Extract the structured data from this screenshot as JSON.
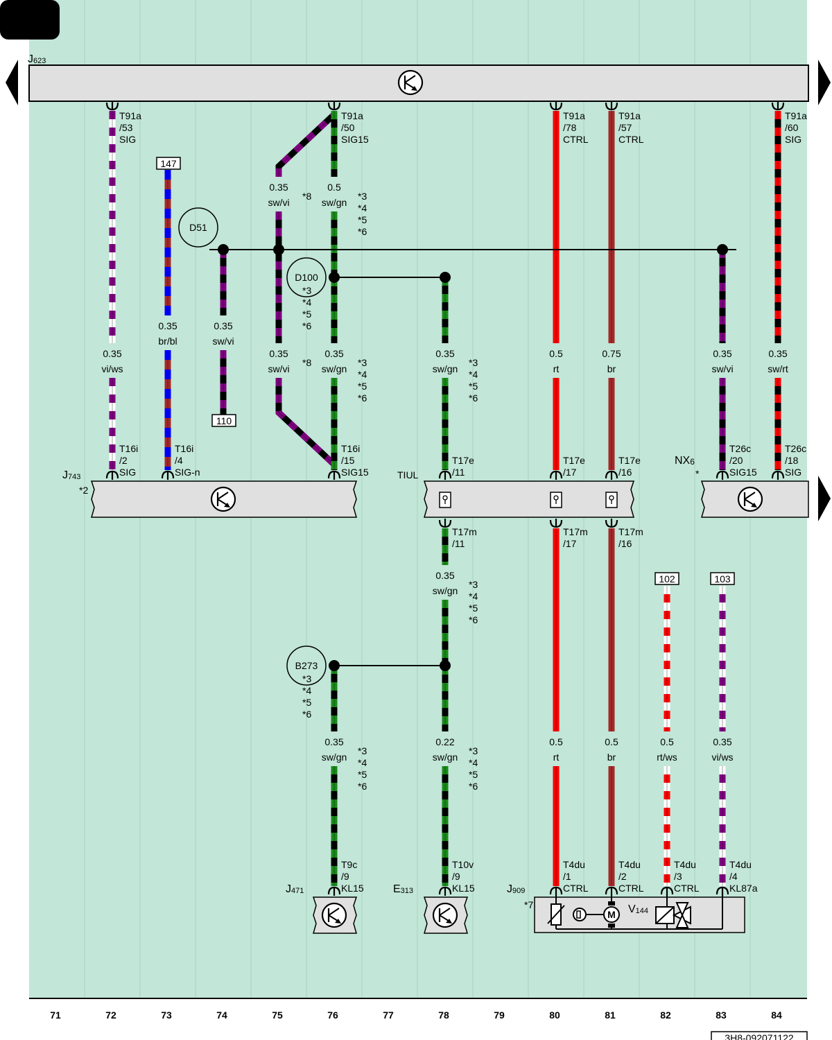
{
  "drawing_id": "3H8-092071122",
  "colors": {
    "background": "#c2e6d8",
    "bus": "#e0e0e0",
    "black": "#000000",
    "purple": "#800080",
    "white": "#ffffff",
    "green": "#1a8a1a",
    "red": "#ff0000",
    "brown": "#a52a2a",
    "blue": "#0000ff",
    "corner_tab": "#000000"
  },
  "grid_columns": [
    "71",
    "72",
    "73",
    "74",
    "75",
    "76",
    "77",
    "78",
    "79",
    "80",
    "81",
    "82",
    "83",
    "84"
  ],
  "nav": {
    "left_arrow": "nav-prev-icon",
    "right_arrows": [
      "nav-next-icon",
      "nav-next-icon"
    ]
  },
  "components": {
    "j623": {
      "label": "J",
      "sub": "623",
      "icon": "ecu-symbol-icon"
    },
    "j743": {
      "label": "J",
      "sub": "743",
      "note": "*2",
      "icon": "ecu-symbol-icon"
    },
    "tiul": {
      "label": "TIUL"
    },
    "nx6": {
      "label": "NX",
      "sub": "6",
      "note": "*",
      "icon": "ecu-symbol-icon"
    },
    "j471": {
      "label": "J",
      "sub": "471",
      "icon": "ecu-symbol-icon"
    },
    "e313": {
      "label": "E",
      "sub": "313",
      "icon": "ecu-symbol-icon"
    },
    "j909": {
      "label": "J",
      "sub": "909",
      "note": "*7",
      "v_label": "V",
      "v_sub": "144",
      "motor": "M"
    }
  },
  "pins": [
    {
      "id": "p72top",
      "lines": [
        "T91a",
        "/53",
        "SIG"
      ]
    },
    {
      "id": "p76top",
      "lines": [
        "T91a",
        "/50",
        "SIG15"
      ]
    },
    {
      "id": "p80top",
      "lines": [
        "T91a",
        "/78",
        "CTRL"
      ]
    },
    {
      "id": "p81top",
      "lines": [
        "T91a",
        "/57",
        "CTRL"
      ]
    },
    {
      "id": "p84top",
      "lines": [
        "T91a",
        "/60",
        "SIG"
      ]
    },
    {
      "id": "p72mid",
      "lines": [
        "T16i",
        "/2",
        "SIG"
      ]
    },
    {
      "id": "p73mid",
      "lines": [
        "T16i",
        "/4",
        "SIG-n"
      ]
    },
    {
      "id": "p76mid",
      "lines": [
        "T16i",
        "/15",
        "SIG15"
      ]
    },
    {
      "id": "p78mid",
      "lines": [
        "T17e",
        "/11"
      ]
    },
    {
      "id": "p80mid",
      "lines": [
        "T17e",
        "/17"
      ]
    },
    {
      "id": "p81mid",
      "lines": [
        "T17e",
        "/16"
      ]
    },
    {
      "id": "p83mid",
      "lines": [
        "T26c",
        "/20",
        "SIG15"
      ]
    },
    {
      "id": "p84mid",
      "lines": [
        "T26c",
        "/18",
        "SIG"
      ]
    },
    {
      "id": "p78low",
      "lines": [
        "T17m",
        "/11"
      ]
    },
    {
      "id": "p80low",
      "lines": [
        "T17m",
        "/17"
      ]
    },
    {
      "id": "p81low",
      "lines": [
        "T17m",
        "/16"
      ]
    },
    {
      "id": "p76bot",
      "lines": [
        "T9c",
        "/9",
        "KL15"
      ]
    },
    {
      "id": "p78bot",
      "lines": [
        "T10v",
        "/9",
        "KL15"
      ]
    },
    {
      "id": "p80bot",
      "lines": [
        "T4du",
        "/1",
        "CTRL"
      ]
    },
    {
      "id": "p81bot",
      "lines": [
        "T4du",
        "/2",
        "CTRL"
      ]
    },
    {
      "id": "p82bot",
      "lines": [
        "T4du",
        "/3",
        "CTRL"
      ]
    },
    {
      "id": "p83bot",
      "lines": [
        "T4du",
        "/4",
        "KL87a"
      ]
    }
  ],
  "wire_labels": [
    {
      "id": "w72",
      "size": "0.35",
      "color": "vi/ws"
    },
    {
      "id": "w73",
      "size": "0.35",
      "color": "br/bl"
    },
    {
      "id": "w74",
      "size": "0.35",
      "color": "sw/vi"
    },
    {
      "id": "w75a",
      "size": "0.35",
      "color": "sw/vi"
    },
    {
      "id": "w75b",
      "size": "0.35",
      "color": "sw/vi"
    },
    {
      "id": "w76a",
      "size": "0.5",
      "color": "sw/gn"
    },
    {
      "id": "w76b",
      "size": "0.35",
      "color": "sw/gn"
    },
    {
      "id": "w78a",
      "size": "0.35",
      "color": "sw/gn"
    },
    {
      "id": "w80a",
      "size": "0.5",
      "color": "rt"
    },
    {
      "id": "w81a",
      "size": "0.75",
      "color": "br"
    },
    {
      "id": "w83a",
      "size": "0.35",
      "color": "sw/vi"
    },
    {
      "id": "w84a",
      "size": "0.35",
      "color": "sw/rt"
    },
    {
      "id": "w78b",
      "size": "0.35",
      "color": "sw/gn"
    },
    {
      "id": "w76c",
      "size": "0.35",
      "color": "sw/gn"
    },
    {
      "id": "w78c",
      "size": "0.22",
      "color": "sw/gn"
    },
    {
      "id": "w80b",
      "size": "0.5",
      "color": "rt"
    },
    {
      "id": "w81b",
      "size": "0.5",
      "color": "br"
    },
    {
      "id": "w82",
      "size": "0.5",
      "color": "rt/ws"
    },
    {
      "id": "w83b",
      "size": "0.35",
      "color": "vi/ws"
    }
  ],
  "footnotes": {
    "eight": "*8",
    "group": [
      "*3",
      "*4",
      "*5",
      "*6"
    ]
  },
  "connections": [
    {
      "id": "c147",
      "text": "147"
    },
    {
      "id": "c110",
      "text": "110"
    },
    {
      "id": "c102",
      "text": "102"
    },
    {
      "id": "c103",
      "text": "103"
    }
  ],
  "splices": [
    {
      "id": "d51",
      "text": "D51"
    },
    {
      "id": "d100",
      "text": "D100"
    },
    {
      "id": "b273",
      "text": "B273"
    }
  ]
}
